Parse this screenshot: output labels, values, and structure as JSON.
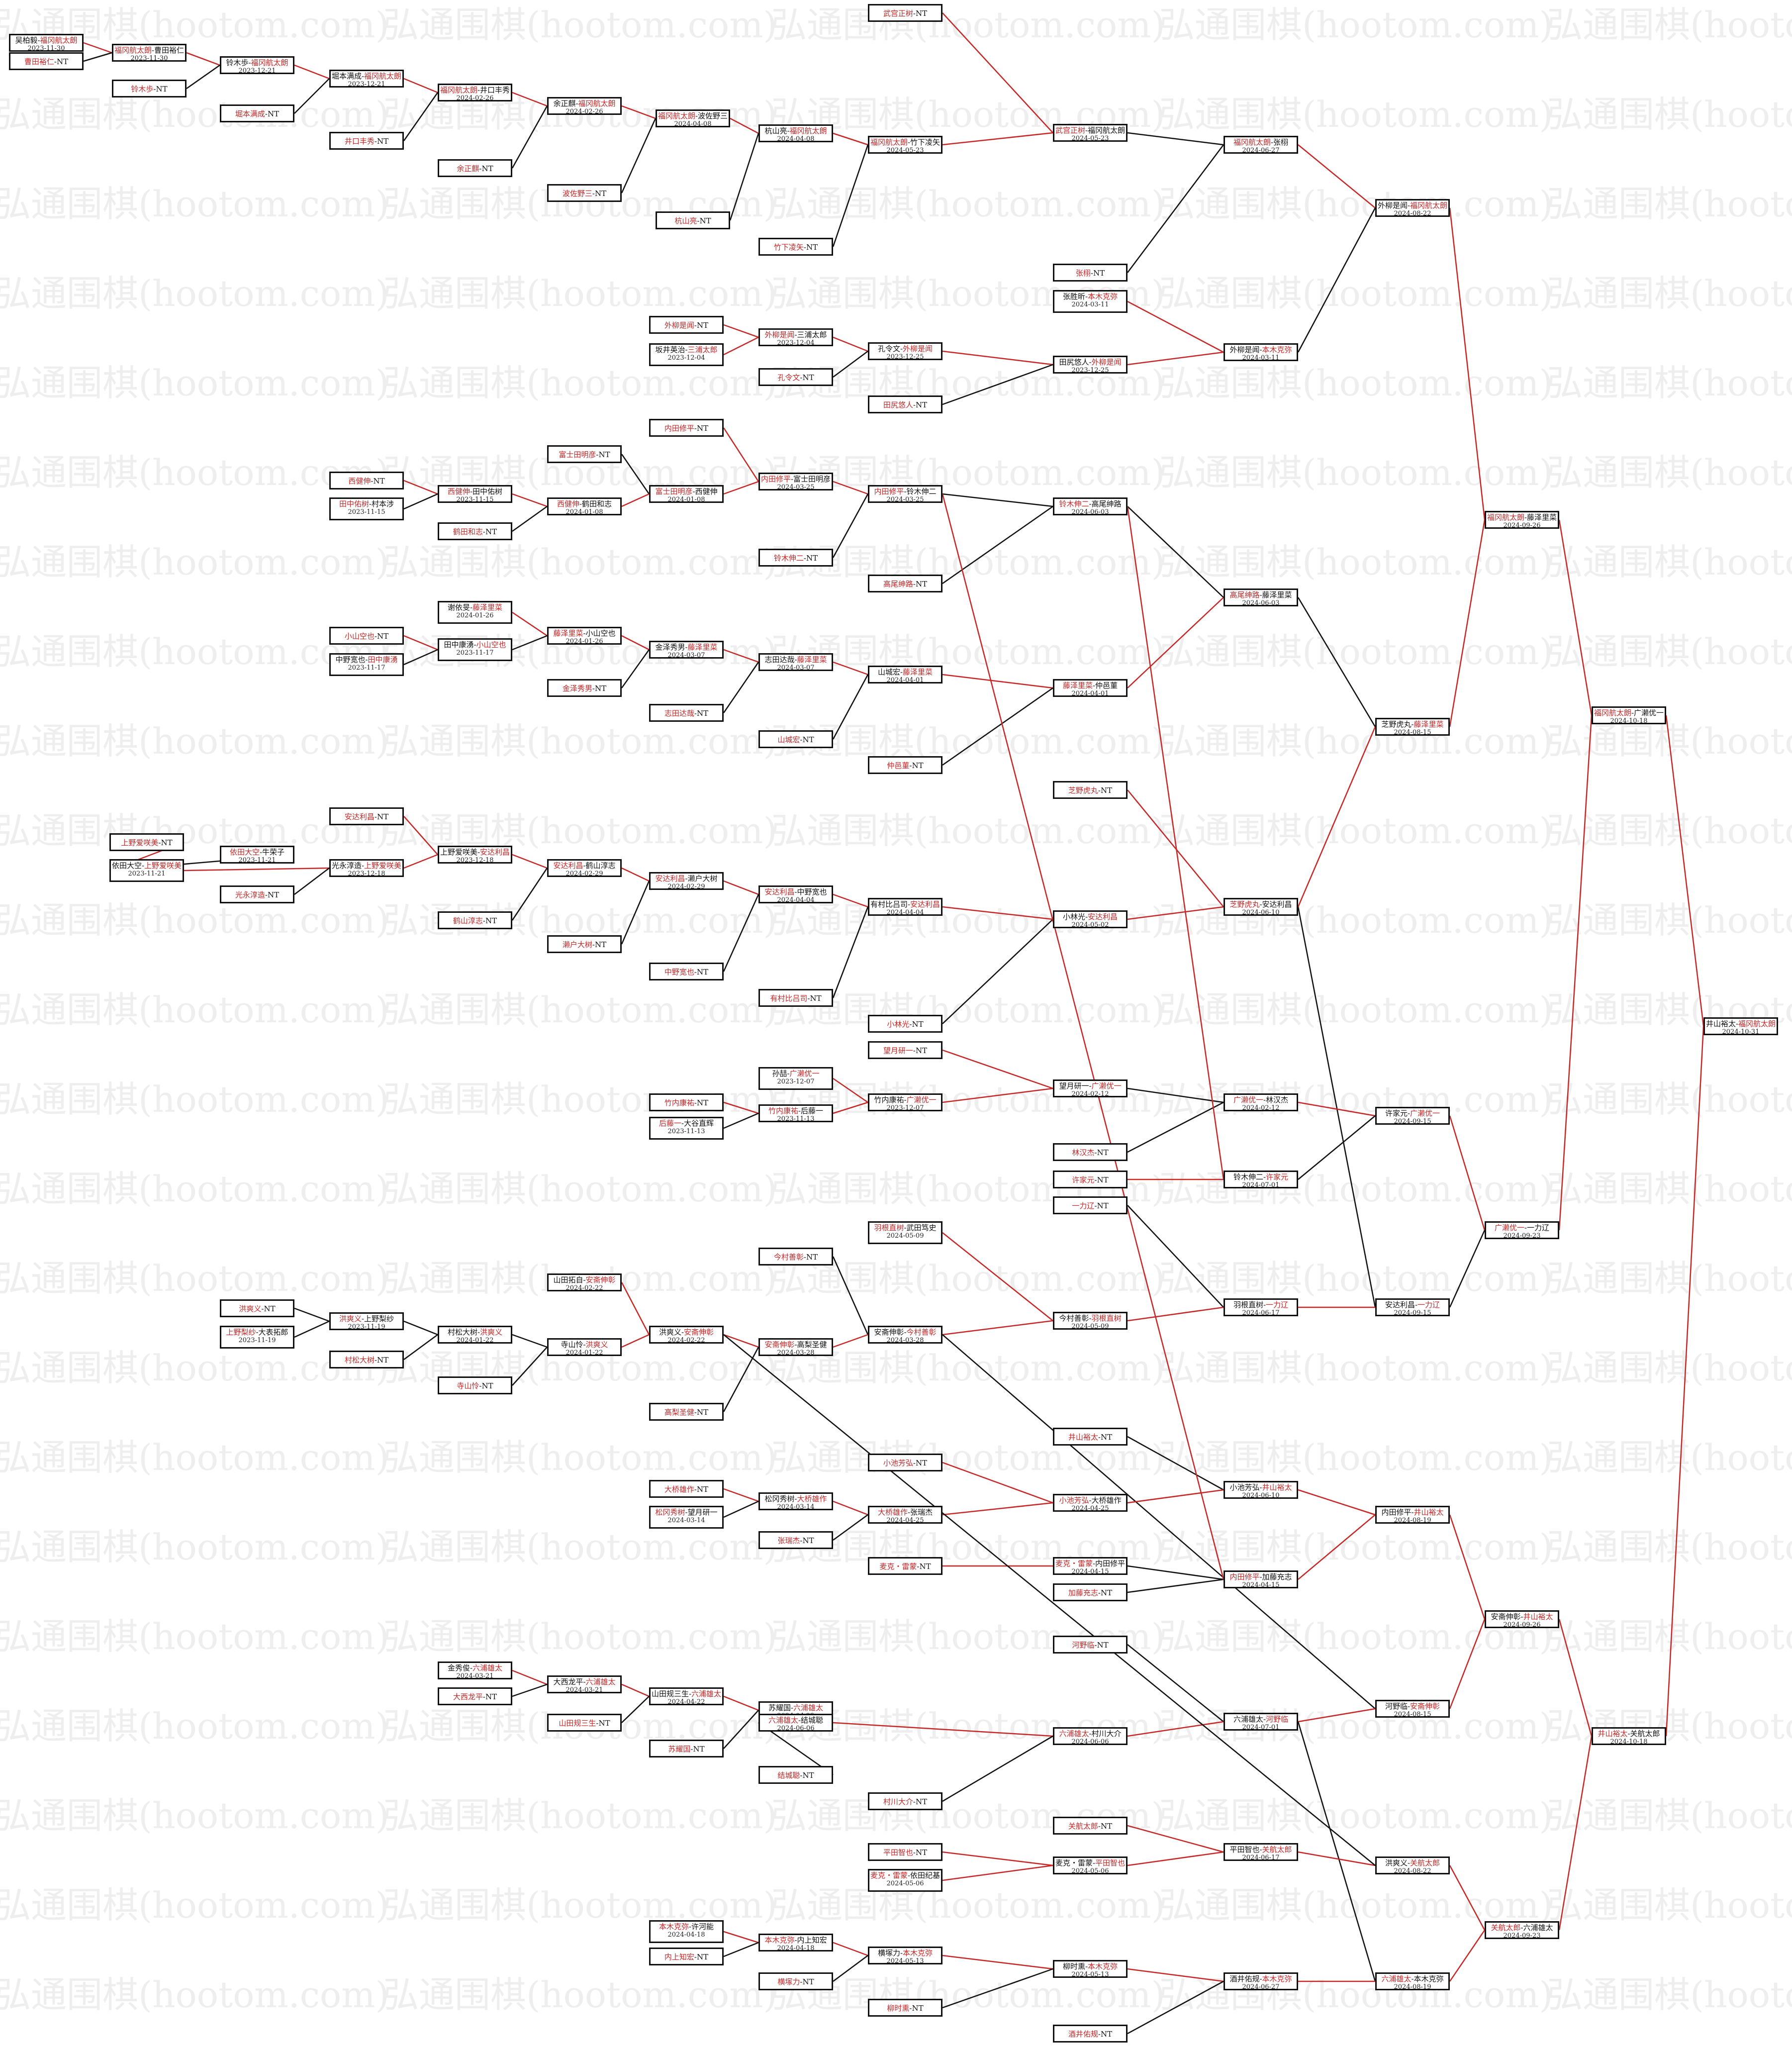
{
  "watermark": "弘通围棋(hootom.com)",
  "colors": {
    "red": "#c62828",
    "black": "#111111",
    "watermark": "#eeeeee"
  },
  "nodes": {
    "n1": {
      "p1": "吴柏毅",
      "p2": "福冈航太朗",
      "winner": 2,
      "date": "2023-11-30"
    },
    "n2": {
      "p1": "曹田裕仁",
      "suffix": "-NT",
      "winner": 1
    },
    "n3": {
      "p1": "福冈航太朗",
      "p2": "曹田裕仁",
      "winner": 1,
      "date": "2023-11-30"
    },
    "n4": {
      "p1": "铃木歩",
      "suffix": "-NT",
      "winner": 1
    },
    "n5": {
      "p1": "铃木歩",
      "p2": "福冈航太朗",
      "winner": 2,
      "date": "2023-12-21"
    },
    "n6": {
      "p1": "堀本满成",
      "suffix": "-NT",
      "winner": 1
    },
    "n7": {
      "p1": "堀本满成",
      "p2": "福冈航太朗",
      "winner": 2,
      "date": "2023-12-21"
    },
    "n8": {
      "p1": "井口丰秀",
      "suffix": "-NT",
      "winner": 1
    },
    "n9": {
      "p1": "福冈航太朗",
      "p2": "井口丰秀",
      "winner": 1,
      "date": "2024-02-26"
    },
    "n10": {
      "p1": "余正麒",
      "suffix": "-NT",
      "winner": 1
    },
    "n11": {
      "p1": "余正麒",
      "p2": "福冈航太朗",
      "winner": 2,
      "date": "2024-02-26"
    },
    "n12": {
      "p1": "波佐野三",
      "suffix": "-NT",
      "winner": 1
    },
    "n13": {
      "p1": "福冈航太朗",
      "p2": "波佐野三",
      "winner": 1,
      "date": "2024-04-08"
    },
    "n14": {
      "p1": "杭山亮",
      "suffix": "-NT",
      "winner": 1
    },
    "n15": {
      "p1": "杭山亮",
      "p2": "福冈航太朗",
      "winner": 2,
      "date": "2024-04-08"
    },
    "n16": {
      "p1": "竹下凌矢",
      "suffix": "-NT",
      "winner": 1
    },
    "n17": {
      "p1": "福冈航太朗",
      "p2": "竹下凌矢",
      "winner": 1,
      "date": "2024-05-23"
    },
    "n18": {
      "p1": "武宫正树",
      "suffix": "-NT",
      "winner": 1
    },
    "n19": {
      "p1": "武宫正树",
      "p2": "福冈航太朗",
      "winner": 1,
      "date": "2024-05-23"
    },
    "n20": {
      "p1": "福冈航太朗",
      "p2": "张栩",
      "winner": 1,
      "date": "2024-06-27"
    },
    "n21": {
      "p1": "张栩",
      "suffix": "-NT",
      "winner": 1
    },
    "n22": {
      "p1": "张胜昕",
      "p2": "本木克弥",
      "winner": 2,
      "date": "2024-03-11"
    },
    "n23": {
      "p1": "外柳是闻",
      "p2": "本木克弥",
      "winner": 2,
      "date": "2024-03-11"
    },
    "n24": {
      "p1": "外柳是闻",
      "p2": "福冈航太朗",
      "winner": 2,
      "date": "2024-08-22"
    },
    "n25": {
      "p1": "外柳是闻",
      "suffix": "-NT",
      "winner": 1
    },
    "n26": {
      "p1": "坂井英治",
      "p2": "三浦太郎",
      "winner": 2,
      "date": "2023-12-04"
    },
    "n27": {
      "p1": "外柳是闻",
      "p2": "三浦太郎",
      "winner": 1,
      "date": "2023-12-04"
    },
    "n28": {
      "p1": "孔令文",
      "suffix": "-NT",
      "winner": 1
    },
    "n29": {
      "p1": "孔令文",
      "p2": "外柳是闻",
      "winner": 2,
      "date": "2023-12-25"
    },
    "n30": {
      "p1": "田尻悠人",
      "suffix": "-NT",
      "winner": 1
    },
    "n31": {
      "p1": "田尻悠人",
      "p2": "外柳是闻",
      "winner": 2,
      "date": "2023-12-25"
    },
    "n32": {
      "p1": "富士田明彦",
      "suffix": "-NT",
      "winner": 1
    },
    "n33": {
      "p1": "内田修平",
      "suffix": "-NT",
      "winner": 1
    },
    "n34": {
      "p1": "西健伸",
      "suffix": "-NT",
      "winner": 1
    },
    "n35": {
      "p1": "西健伸",
      "p2": "田中佑树",
      "winner": 1,
      "date": "2023-11-15"
    },
    "n36": {
      "p1": "田中佑树",
      "p2": "村本涉",
      "winner": 1,
      "date": "2023-11-15"
    },
    "n37": {
      "p1": "鹤田和志",
      "suffix": "-NT",
      "winner": 1
    },
    "n38": {
      "p1": "西健伸",
      "p2": "鹤田和志",
      "winner": 1,
      "date": "2024-01-08"
    },
    "n39": {
      "p1": "富士田明彦",
      "p2": "西健伸",
      "winner": 1,
      "date": "2024-01-08"
    },
    "n40": {
      "p1": "内田修平",
      "p2": "富士田明彦",
      "winner": 1,
      "date": "2024-03-25"
    },
    "n41": {
      "p1": "铃木伸二",
      "suffix": "-NT",
      "winner": 1
    },
    "n42": {
      "p1": "内田修平",
      "p2": "铃木伸二",
      "winner": 1,
      "date": "2024-03-25"
    },
    "n43": {
      "p1": "高尾绅路",
      "suffix": "-NT",
      "winner": 1
    },
    "n44": {
      "p1": "铃木伸二",
      "p2": "高尾绅路",
      "winner": 1,
      "date": "2024-06-03"
    },
    "n45": {
      "p1": "高尾绅路",
      "p2": "藤泽里菜",
      "winner": 1,
      "date": "2024-06-03"
    },
    "n46": {
      "p1": "福冈航太朗",
      "p2": "藤泽里菜",
      "winner": 1,
      "date": "2024-09-26"
    },
    "n47": {
      "p1": "福冈航太朗",
      "p2": "广濑优一",
      "winner": 1,
      "date": "2024-10-18"
    },
    "n48": {
      "p1": "井山裕太",
      "p2": "福冈航太朗",
      "winner": 2,
      "date": "2024-10-31"
    },
    "n49": {
      "p1": "谢依旻",
      "p2": "藤泽里菜",
      "winner": 2,
      "date": "2024-01-26"
    },
    "n50": {
      "p1": "小山空也",
      "suffix": "-NT",
      "winner": 1
    },
    "n51": {
      "p1": "中野宽也",
      "p2": "田中康湧",
      "winner": 2,
      "date": "2023-11-17"
    },
    "n52": {
      "p1": "田中康湧",
      "p2": "小山空也",
      "winner": 2,
      "date": "2023-11-17"
    },
    "n53": {
      "p1": "藤泽里菜",
      "p2": "小山空也",
      "winner": 1,
      "date": "2024-01-26"
    },
    "n54": {
      "p1": "金泽秀男",
      "suffix": "-NT",
      "winner": 1
    },
    "n55": {
      "p1": "金泽秀男",
      "p2": "藤泽里菜",
      "winner": 2,
      "date": "2024-03-07"
    },
    "n56": {
      "p1": "志田达哉",
      "suffix": "-NT",
      "winner": 1
    },
    "n57": {
      "p1": "志田达哉",
      "p2": "藤泽里菜",
      "winner": 2,
      "date": "2024-03-07"
    },
    "n58": {
      "p1": "山城宏",
      "suffix": "-NT",
      "winner": 1
    },
    "n59": {
      "p1": "山城宏",
      "p2": "藤泽里菜",
      "winner": 2,
      "date": "2024-04-01"
    },
    "n60": {
      "p1": "仲邑菫",
      "suffix": "-NT",
      "winner": 1
    },
    "n61": {
      "p1": "藤泽里菜",
      "p2": "仲邑菫",
      "winner": 1,
      "date": "2024-04-01"
    },
    "n62": {
      "p1": "芝野虎丸",
      "p2": "藤泽里菜",
      "winner": 2,
      "date": "2024-08-15"
    },
    "n63": {
      "p1": "安达利昌",
      "suffix": "-NT",
      "winner": 1
    },
    "n64": {
      "p1": "上野爱咲美",
      "suffix": "-NT",
      "winner": 1
    },
    "n65": {
      "p1": "依田大空",
      "p2": "牛荣子",
      "winner": 1,
      "date": "2023-11-21"
    },
    "n66": {
      "p1": "依田大空",
      "p2": "上野爱咲美",
      "winner": 2,
      "date": "2023-11-21"
    },
    "n67": {
      "p1": "光永淳造",
      "suffix": "-NT",
      "winner": 1
    },
    "n68": {
      "p1": "光永淳造",
      "p2": "上野爱咲美",
      "winner": 2,
      "date": "2023-12-18"
    },
    "n69": {
      "p1": "上野爱咲美",
      "p2": "安达利昌",
      "winner": 2,
      "date": "2023-12-18"
    },
    "n70": {
      "p1": "鹤山淳志",
      "suffix": "-NT",
      "winner": 1
    },
    "n71": {
      "p1": "安达利昌",
      "p2": "鹤山淳志",
      "winner": 1,
      "date": "2024-02-29"
    },
    "n72": {
      "p1": "濑户大树",
      "suffix": "-NT",
      "winner": 1
    },
    "n73": {
      "p1": "安达利昌",
      "p2": "濑户大树",
      "winner": 1,
      "date": "2024-02-29"
    },
    "n74": {
      "p1": "中野宽也",
      "suffix": "-NT",
      "winner": 1
    },
    "n75": {
      "p1": "安达利昌",
      "p2": "中野宽也",
      "winner": 1,
      "date": "2024-04-04"
    },
    "n76": {
      "p1": "有村比吕司",
      "suffix": "-NT",
      "winner": 1
    },
    "n77": {
      "p1": "有村比吕司",
      "p2": "安达利昌",
      "winner": 2,
      "date": "2024-04-04"
    },
    "n78": {
      "p1": "芝野虎丸",
      "suffix": "-NT",
      "winner": 1
    },
    "n79": {
      "p1": "小林光",
      "p2": "安达利昌",
      "winner": 2,
      "date": "2024-05-02"
    },
    "n80": {
      "p1": "小林光",
      "suffix": "-NT",
      "winner": 1
    },
    "n81": {
      "p1": "芝野虎丸",
      "p2": "安达利昌",
      "winner": 1,
      "date": "2024-06-10"
    },
    "n82": {
      "p1": "望月研一",
      "suffix": "-NT",
      "winner": 1
    },
    "n83": {
      "p1": "孙喆",
      "p2": "广濑优一",
      "winner": 2,
      "date": "2023-12-07"
    },
    "n84": {
      "p1": "竹内康祐",
      "suffix": "-NT",
      "winner": 1
    },
    "n85": {
      "p1": "后藤一",
      "p2": "大谷直辉",
      "winner": 1,
      "date": "2023-11-13"
    },
    "n86": {
      "p1": "竹内康祐",
      "p2": "后藤一",
      "winner": 1,
      "date": "2023-11-13"
    },
    "n87": {
      "p1": "竹内康祐",
      "p2": "广濑优一",
      "winner": 2,
      "date": "2023-12-07"
    },
    "n88": {
      "p1": "望月研一",
      "p2": "广濑优一",
      "winner": 2,
      "date": "2024-02-12"
    },
    "n89": {
      "p1": "林汉杰",
      "suffix": "-NT",
      "winner": 1
    },
    "n90": {
      "p1": "广濑优一",
      "p2": "林汉杰",
      "winner": 1,
      "date": "2024-02-12"
    },
    "n91": {
      "p1": "许家元",
      "suffix": "-NT",
      "winner": 1
    },
    "n92": {
      "p1": "铃木伸二",
      "p2": "许家元",
      "winner": 2,
      "date": "2024-07-01"
    },
    "n93": {
      "p1": "许家元",
      "p2": "广濑优一",
      "winner": 2,
      "date": "2024-09-15"
    },
    "n94": {
      "p1": "广濑优一",
      "p2": "一力辽",
      "winner": 1,
      "date": "2024-09-23"
    },
    "n95": {
      "p1": "一力辽",
      "suffix": "-NT",
      "winner": 1
    },
    "n96": {
      "p1": "羽根直树",
      "p2": "一力辽",
      "winner": 2,
      "date": "2024-06-17"
    },
    "n97": {
      "p1": "安达利昌",
      "p2": "一力辽",
      "winner": 2,
      "date": "2024-09-15"
    },
    "n98": {
      "p1": "羽根直树",
      "p2": "武田笃史",
      "winner": 1,
      "date": "2024-05-09"
    },
    "n99": {
      "p1": "今村善彰",
      "p2": "羽根直树",
      "winner": 2,
      "date": "2024-05-09"
    },
    "n100": {
      "p1": "今村善彰",
      "suffix": "-NT",
      "winner": 1
    },
    "n101": {
      "p1": "山田拓自",
      "p2": "安斋伸彰",
      "winner": 2,
      "date": "2024-02-22"
    },
    "n102": {
      "p1": "洪爽义",
      "suffix": "-NT",
      "winner": 1
    },
    "n103": {
      "p1": "洪爽义",
      "p2": "上野梨纱",
      "winner": 1,
      "date": "2023-11-19"
    },
    "n104": {
      "p1": "上野梨纱",
      "p2": "大表拓郎",
      "winner": 1,
      "date": "2023-11-19"
    },
    "n105": {
      "p1": "村松大树",
      "suffix": "-NT",
      "winner": 1
    },
    "n106": {
      "p1": "村松大树",
      "p2": "洪爽义",
      "winner": 2,
      "date": "2024-01-22"
    },
    "n107": {
      "p1": "寺山怜",
      "p2": "洪爽义",
      "winner": 2,
      "date": "2024-01-22"
    },
    "n108": {
      "p1": "寺山怜",
      "suffix": "-NT",
      "winner": 1
    },
    "n109": {
      "p1": "洪爽义",
      "p2": "安斋伸彰",
      "winner": 2,
      "date": "2024-02-22"
    },
    "n110": {
      "p1": "安斋伸彰",
      "p2": "高梨圣健",
      "winner": 1,
      "date": "2024-03-28"
    },
    "n111": {
      "p1": "高梨圣健",
      "suffix": "-NT",
      "winner": 1
    },
    "n112": {
      "p1": "安斋伸彰",
      "p2": "今村善彰",
      "winner": 2,
      "date": "2024-03-28"
    },
    "n113": {
      "p1": "井山裕太",
      "suffix": "-NT",
      "winner": 1
    },
    "n114": {
      "p1": "小池芳弘",
      "suffix": "-NT",
      "winner": 1
    },
    "n115": {
      "p1": "大桥雄作",
      "suffix": "-NT",
      "winner": 1
    },
    "n116": {
      "p1": "松冈秀树",
      "p2": "大桥雄作",
      "winner": 2,
      "date": "2024-03-14"
    },
    "n117": {
      "p1": "松冈秀树",
      "p2": "望月研一",
      "winner": 1,
      "date": "2024-03-14"
    },
    "n118": {
      "p1": "大桥雄作",
      "p2": "张瑞杰",
      "winner": 1,
      "date": "2024-04-25"
    },
    "n119": {
      "p1": "张瑞杰",
      "suffix": "-NT",
      "winner": 1
    },
    "n120": {
      "p1": "小池芳弘",
      "p2": "大桥雄作",
      "winner": 1,
      "date": "2024-04-25"
    },
    "n121": {
      "p1": "小池芳弘",
      "p2": "井山裕太",
      "winner": 2,
      "date": "2024-06-10"
    },
    "n122": {
      "p1": "麦克・雷蒙",
      "suffix": "-NT",
      "winner": 1
    },
    "n123": {
      "p1": "麦克・雷蒙",
      "p2": "内田修平",
      "winner": 1,
      "date": "2024-04-15"
    },
    "n124": {
      "p1": "加藤充志",
      "suffix": "-NT",
      "winner": 1
    },
    "n125": {
      "p1": "内田修平",
      "p2": "加藤充志",
      "winner": 1,
      "date": "2024-04-15"
    },
    "n126": {
      "p1": "内田修平",
      "p2": "井山裕太",
      "winner": 2,
      "date": "2024-08-19"
    },
    "n127": {
      "p1": "安斋伸彰",
      "p2": "井山裕太",
      "winner": 2,
      "date": "2024-09-26"
    },
    "n128": {
      "p1": "井山裕太",
      "p2": "关航太郎",
      "winner": 1,
      "date": "2024-10-18"
    },
    "n129": {
      "p1": "河野临",
      "suffix": "-NT",
      "winner": 1
    },
    "n130": {
      "p1": "六浦雄太",
      "p2": "河野临",
      "winner": 2,
      "date": "2024-07-01"
    },
    "n131": {
      "p1": "河野临",
      "p2": "安斋伸彰",
      "winner": 2,
      "date": "2024-08-15"
    },
    "n132": {
      "p1": "金秀俊",
      "p2": "六浦雄太",
      "winner": 2,
      "date": "2024-03-21"
    },
    "n133": {
      "p1": "大西龙平",
      "suffix": "-NT",
      "winner": 1
    },
    "n134": {
      "p1": "大西龙平",
      "p2": "六浦雄太",
      "winner": 2,
      "date": "2024-03-21"
    },
    "n135": {
      "p1": "山田规三生",
      "suffix": "-NT",
      "winner": 1
    },
    "n136": {
      "p1": "山田规三生",
      "p2": "六浦雄太",
      "winner": 2,
      "date": "2024-04-22"
    },
    "n137": {
      "p1": "苏耀国",
      "suffix": "-NT",
      "winner": 1
    },
    "n138": {
      "p1": "苏耀国",
      "p2": "六浦雄太",
      "winner": 2,
      "date": "2024-04-22"
    },
    "n139": {
      "p1": "六浦雄太",
      "p2": "结城聪",
      "winner": 1,
      "date": "2024-06-06"
    },
    "n140": {
      "p1": "结城聪",
      "suffix": "-NT",
      "winner": 1
    },
    "n141": {
      "p1": "六浦雄太",
      "p2": "村川大介",
      "winner": 1,
      "date": "2024-06-06"
    },
    "n142": {
      "p1": "村川大介",
      "suffix": "-NT",
      "winner": 1
    },
    "n143": {
      "p1": "关航太郎",
      "suffix": "-NT",
      "winner": 1
    },
    "n144": {
      "p1": "平田智也",
      "suffix": "-NT",
      "winner": 1
    },
    "n145": {
      "p1": "麦克・雷蒙",
      "p2": "依田纪基",
      "winner": 1,
      "date": "2024-05-06"
    },
    "n146": {
      "p1": "麦克・雷蒙",
      "p2": "平田智也",
      "winner": 2,
      "date": "2024-05-06"
    },
    "n147": {
      "p1": "平田智也",
      "p2": "关航太郎",
      "winner": 2,
      "date": "2024-06-17"
    },
    "n148": {
      "p1": "洪爽义",
      "p2": "关航太郎",
      "winner": 2,
      "date": "2024-08-22"
    },
    "n149": {
      "p1": "关航太郎",
      "p2": "六浦雄太",
      "winner": 1,
      "date": "2024-09-23"
    },
    "n150": {
      "p1": "本木克弥",
      "p2": "许河能",
      "winner": 1,
      "date": "2024-04-18"
    },
    "n151": {
      "p1": "内上知宏",
      "suffix": "-NT",
      "winner": 1
    },
    "n152": {
      "p1": "本木克弥",
      "p2": "内上知宏",
      "winner": 1,
      "date": "2024-04-18"
    },
    "n153": {
      "p1": "横塚力",
      "suffix": "-NT",
      "winner": 1
    },
    "n154": {
      "p1": "横塚力",
      "p2": "本木克弥",
      "winner": 2,
      "date": "2024-05-13"
    },
    "n155": {
      "p1": "柳时熏",
      "suffix": "-NT",
      "winner": 1
    },
    "n156": {
      "p1": "柳时熏",
      "p2": "本木克弥",
      "winner": 2,
      "date": "2024-05-13"
    },
    "n157": {
      "p1": "酒井佑规",
      "p2": "本木克弥",
      "winner": 2,
      "date": "2024-06-27"
    },
    "n158": {
      "p1": "酒井佑规",
      "suffix": "-NT",
      "winner": 1
    },
    "n159": {
      "p1": "六浦雄太",
      "p2": "本木克弥",
      "winner": 1,
      "date": "2024-08-19"
    }
  }
}
